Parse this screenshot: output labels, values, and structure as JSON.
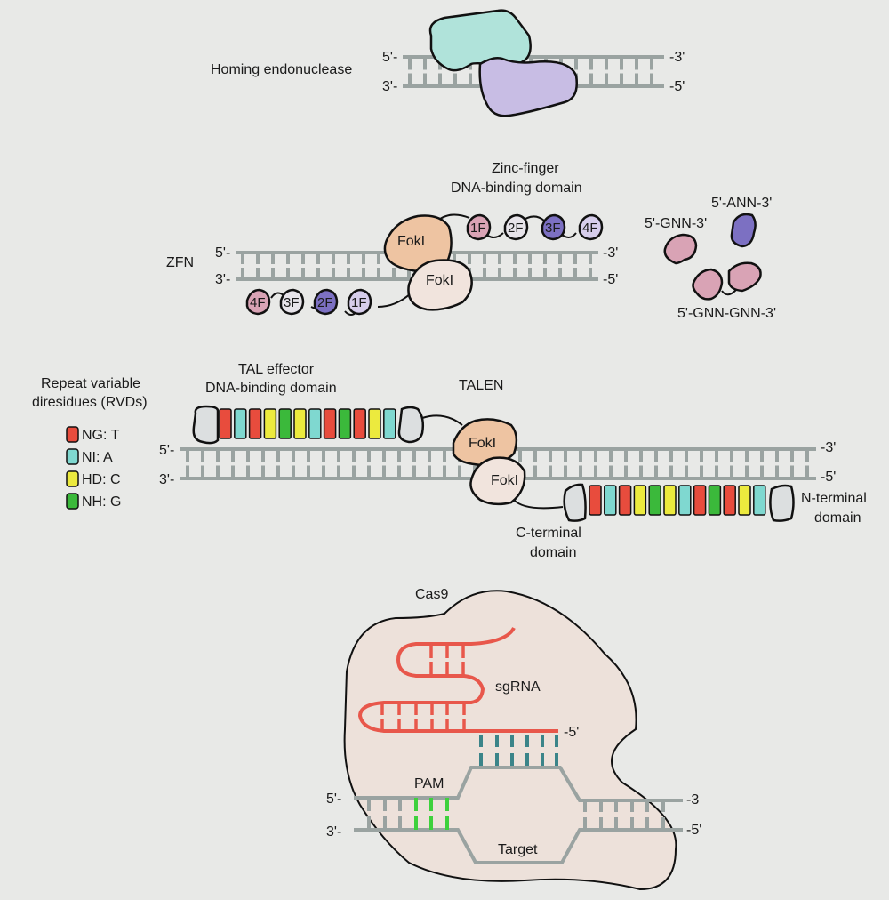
{
  "colors": {
    "background": "#e8e9e7",
    "dna": "#9aa3a1",
    "homing_top": "#b0e3da",
    "homing_bottom": "#c8bde4",
    "foki_top": "#eec4a2",
    "foki_bottom": "#f1e4dd",
    "zf_pink": "#d9a3b5",
    "zf_light": "#e7e4ea",
    "zf_purple": "#7c70c2",
    "zf_lavender": "#d6cdeb",
    "rvd_NG": "#e84c3d",
    "rvd_NI": "#7fd8d0",
    "rvd_HD": "#ecea3e",
    "rvd_NH": "#3bb93b",
    "terminal": "#dcdfe0",
    "cas9": "#ede1da",
    "sgrna": "#e8574b",
    "spacer_pair": "#3b8489",
    "pam": "#3ed13c"
  },
  "homing": {
    "label": "Homing endonuclease",
    "top_left": "5'-",
    "top_right": "-3'",
    "bottom_left": "3'-",
    "bottom_right": "-5'"
  },
  "zfn": {
    "label": "ZFN",
    "domain_title": [
      "Zinc-finger",
      "DNA-binding domain"
    ],
    "top_left": "5'-",
    "top_right": "-3'",
    "bottom_left": "3'-",
    "bottom_right": "-5'",
    "foki_top": "FokI",
    "foki_bottom": "FokI",
    "top_fingers": [
      "1F",
      "2F",
      "3F",
      "4F"
    ],
    "bottom_fingers": [
      "4F",
      "3F",
      "2F",
      "1F"
    ],
    "side_labels": {
      "gnn": "5'-GNN-3'",
      "ann": "5'-ANN-3'",
      "gnn_gnn": "5'-GNN-GNN-3'"
    }
  },
  "talen": {
    "label": "TALEN",
    "domain_title": [
      "TAL effector",
      "DNA-binding domain"
    ],
    "legend_title": [
      "Repeat variable",
      "diresidues (RVDs)"
    ],
    "legend": [
      {
        "code": "NG",
        "label": "NG: T"
      },
      {
        "code": "NI",
        "label": "NI: A"
      },
      {
        "code": "HD",
        "label": "HD: C"
      },
      {
        "code": "NH",
        "label": "NH: G"
      }
    ],
    "top_repeats": [
      "NG",
      "NI",
      "NG",
      "HD",
      "NH",
      "HD",
      "NI",
      "NG",
      "NH",
      "NG",
      "HD",
      "NI"
    ],
    "bottom_repeats": [
      "NG",
      "NI",
      "NG",
      "HD",
      "NH",
      "HD",
      "NI",
      "NG",
      "NH",
      "NG",
      "HD",
      "NI"
    ],
    "top_left": "5'-",
    "top_right": "-3'",
    "bottom_left": "3'-",
    "bottom_right": "-5'",
    "foki_top": "FokI",
    "foki_bottom": "FokI",
    "c_terminal": [
      "C-terminal",
      "domain"
    ],
    "n_terminal": [
      "N-terminal",
      "domain"
    ]
  },
  "cas9": {
    "label": "Cas9",
    "sgrna_label": "sgRNA",
    "sgrna_end": "-5'",
    "pam_label": "PAM",
    "target_label": "Target",
    "top_left": "5'-",
    "top_right": "-3",
    "bottom_left": "3'-",
    "bottom_right": "-5'"
  }
}
